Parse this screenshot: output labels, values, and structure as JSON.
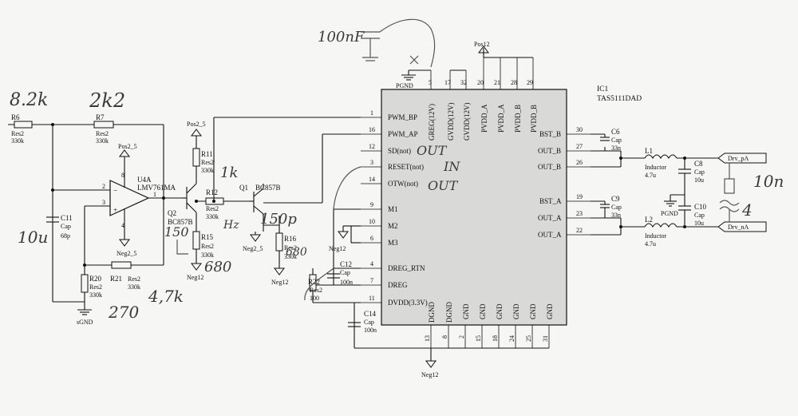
{
  "ic": {
    "ref": "IC1",
    "part": "TAS5111DAD",
    "top_pins": [
      {
        "num": "5",
        "name": "GREG(12V)"
      },
      {
        "num": "17",
        "name": "GVDD(12V)"
      },
      {
        "num": "32",
        "name": "GVDD(12V)"
      },
      {
        "num": "20",
        "name": "PVDD_A"
      },
      {
        "num": "21",
        "name": "PVDD_A"
      },
      {
        "num": "28",
        "name": "PVDD_B"
      },
      {
        "num": "29",
        "name": "PVDD_B"
      }
    ],
    "left_pins": [
      {
        "num": "1",
        "name": "PWM_BP"
      },
      {
        "num": "16",
        "name": "PWM_AP"
      },
      {
        "num": "12",
        "name": "SD(not)"
      },
      {
        "num": "3",
        "name": "RESET(not)"
      },
      {
        "num": "14",
        "name": "OTW(not)"
      },
      {
        "num": "9",
        "name": "M1"
      },
      {
        "num": "10",
        "name": "M2"
      },
      {
        "num": "6",
        "name": "M3"
      },
      {
        "num": "4",
        "name": "DREG_RTN"
      },
      {
        "num": "7",
        "name": "DREG"
      },
      {
        "num": "11",
        "name": "DVDD(3.3V)"
      }
    ],
    "right_pins": [
      {
        "num": "30",
        "name": "BST_B"
      },
      {
        "num": "27",
        "name": "OUT_B"
      },
      {
        "num": "26",
        "name": "OUT_B"
      },
      {
        "num": "19",
        "name": "BST_A"
      },
      {
        "num": "23",
        "name": "OUT_A"
      },
      {
        "num": "22",
        "name": "OUT_A"
      }
    ],
    "bottom_pins": [
      {
        "num": "13",
        "name": "DGND"
      },
      {
        "num": "8",
        "name": "DGND"
      },
      {
        "num": "2",
        "name": "GND"
      },
      {
        "num": "15",
        "name": "GND"
      },
      {
        "num": "18",
        "name": "GND"
      },
      {
        "num": "24",
        "name": "GND"
      },
      {
        "num": "25",
        "name": "GND"
      },
      {
        "num": "31",
        "name": "GND"
      }
    ]
  },
  "components": {
    "r6": {
      "ref": "R6",
      "type": "Res2",
      "value": "330k"
    },
    "r7": {
      "ref": "R7",
      "type": "Res2",
      "value": "330k"
    },
    "r11": {
      "ref": "R11",
      "type": "Res2",
      "value": "330k"
    },
    "r12": {
      "ref": "R12",
      "type": "Res2",
      "value": "330k"
    },
    "r15": {
      "ref": "R15",
      "type": "Res2",
      "value": "330k"
    },
    "r16": {
      "ref": "R16",
      "type": "Res2",
      "value": "330k"
    },
    "r20": {
      "ref": "R20",
      "type": "Res2",
      "value": "330k"
    },
    "r21": {
      "ref": "R21",
      "type": "Res2",
      "value": "330k"
    },
    "r22": {
      "ref": "R22",
      "type": "Res2",
      "value": "100"
    },
    "c11": {
      "ref": "C11",
      "type": "Cap",
      "value": "68p"
    },
    "c12": {
      "ref": "C12",
      "type": "Cap",
      "value": "100n"
    },
    "c14": {
      "ref": "C14",
      "type": "Cap",
      "value": "100n"
    },
    "c6": {
      "ref": "C6",
      "type": "Cap",
      "value": "33n"
    },
    "c9": {
      "ref": "C9",
      "type": "Cap",
      "value": "33n"
    },
    "c8": {
      "ref": "C8",
      "type": "Cap",
      "value": "10u"
    },
    "c10": {
      "ref": "C10",
      "type": "Cap",
      "value": "10u"
    },
    "l1": {
      "ref": "L1",
      "type": "Inductor",
      "value": "4.7u"
    },
    "l2": {
      "ref": "L2",
      "type": "Inductor",
      "value": "4.7u"
    },
    "u4a": {
      "ref": "U4A",
      "part": "LMV761MA",
      "pin_out": "1",
      "pin_inv": "2",
      "pin_noninv": "3",
      "pin_vplus": "8",
      "pin_vminus": "4"
    },
    "q1": {
      "ref": "Q1",
      "part": "BC857B"
    },
    "q2": {
      "ref": "Q2",
      "part": "BC857B"
    }
  },
  "nets": {
    "pos2_5_a": "Pos2_5",
    "pos2_5_b": "Pos2_5",
    "neg2_5_a": "Neg2_5",
    "neg2_5_b": "Neg2_5",
    "neg12_a": "Neg12",
    "neg12_b": "Neg12",
    "neg12_c": "Neg12",
    "neg12_d": "Neg12",
    "pos12": "Pos12",
    "pgnd_a": "PGND",
    "pgnd_b": "PGND",
    "sgnd": "sGND",
    "drv_pa": "Drv_pA",
    "drv_na": "Drv_nA"
  },
  "pin_labels": {
    "u4_out": "1",
    "u4_in_inv": "2",
    "u4_in_non": "3",
    "u4_vp": "8",
    "u4_vm": "4",
    "minus_sign": "−",
    "plus_sign": "+"
  },
  "handwritten": {
    "r6_value": "8.2k",
    "r7_value": "2k2",
    "r11_value": "1k",
    "q_note": "Hz",
    "r16_value": "150p",
    "r15_value": "680",
    "r15_alt": "150",
    "r16_alt": "680",
    "c11_value": "10u",
    "r21_value": "4,7k",
    "r20_value": "270",
    "sd_note": "OUT",
    "reset_note": "IN",
    "otw_note": "OUT",
    "cap_note": "100nF",
    "out_r_note": "10n",
    "out_l_note": "4"
  }
}
